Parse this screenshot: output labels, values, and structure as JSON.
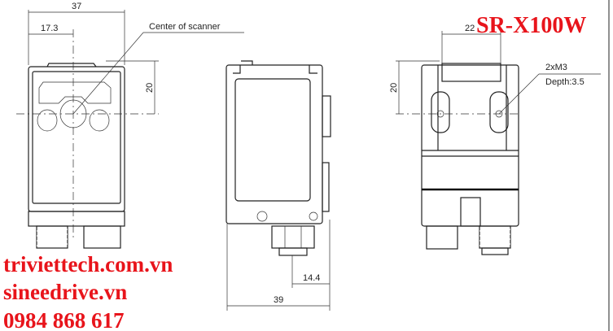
{
  "title": "SR-X100W",
  "front_view": {
    "width_dim": "37",
    "center_offset_dim": "17.3",
    "height_dim": "20",
    "center_label": "Center of scanner"
  },
  "side_view": {
    "connector_dim": "14.4",
    "depth_dim": "39"
  },
  "back_view": {
    "hole_spacing_dim": "22",
    "height_dim": "20",
    "thread_label": "2xM3",
    "depth_label": "Depth:3.5"
  },
  "watermark": {
    "website1": "triviettech.com.vn",
    "website2": "sineedrive.vn",
    "phone": "0984 868 617"
  },
  "colors": {
    "accent": "#e8141b"
  }
}
